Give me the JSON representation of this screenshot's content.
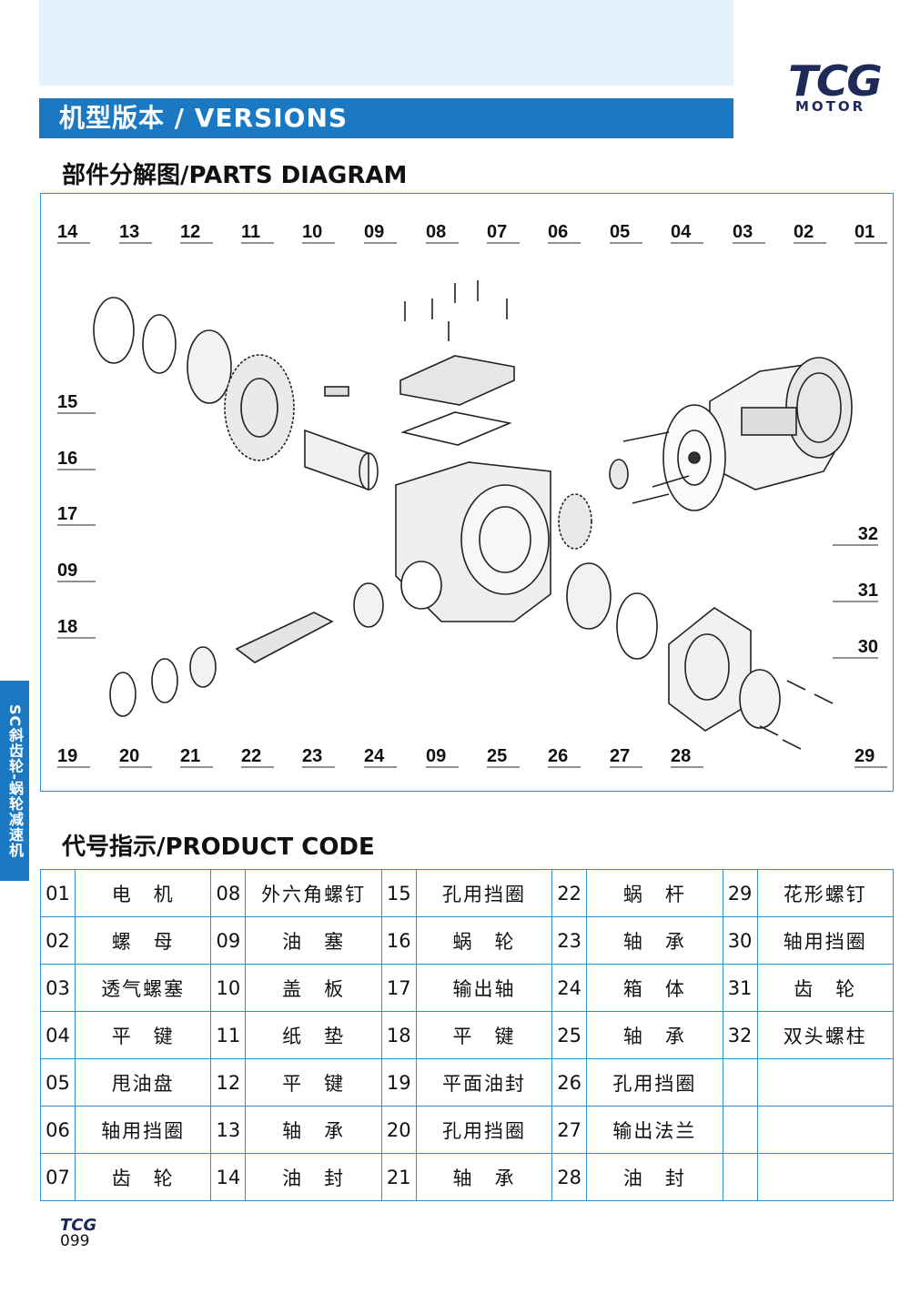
{
  "header": {
    "title": "机型版本 / VERSIONS",
    "logo_main": "TCG",
    "logo_sub": "MOTOR",
    "colors": {
      "accent_blue": "#1b79c4",
      "band_light": "#e4f1fa",
      "logo_navy": "#1e2a57"
    }
  },
  "diagram": {
    "heading": "部件分解图/PARTS DIAGRAM",
    "top_labels": [
      "14",
      "13",
      "12",
      "11",
      "10",
      "09",
      "08",
      "07",
      "06",
      "05",
      "04",
      "03",
      "02",
      "01"
    ],
    "left_labels": [
      "15",
      "16",
      "17",
      "09",
      "18"
    ],
    "right_labels": [
      "32",
      "31",
      "30"
    ],
    "bottom_labels": [
      "19",
      "20",
      "21",
      "22",
      "23",
      "24",
      "09",
      "25",
      "26",
      "27",
      "28",
      "29"
    ]
  },
  "code_section": {
    "heading": "代号指示/PRODUCT CODE",
    "rows": [
      [
        [
          "01",
          "电　机"
        ],
        [
          "08",
          "外六角螺钉"
        ],
        [
          "15",
          "孔用挡圈"
        ],
        [
          "22",
          "蜗　杆"
        ],
        [
          "29",
          "花形螺钉"
        ]
      ],
      [
        [
          "02",
          "螺　母"
        ],
        [
          "09",
          "油　塞"
        ],
        [
          "16",
          "蜗　轮"
        ],
        [
          "23",
          "轴　承"
        ],
        [
          "30",
          "轴用挡圈"
        ]
      ],
      [
        [
          "03",
          "透气螺塞"
        ],
        [
          "10",
          "盖　板"
        ],
        [
          "17",
          "输出轴"
        ],
        [
          "24",
          "箱　体"
        ],
        [
          "31",
          "齿　轮"
        ]
      ],
      [
        [
          "04",
          "平　键"
        ],
        [
          "11",
          "纸　垫"
        ],
        [
          "18",
          "平　键"
        ],
        [
          "25",
          "轴　承"
        ],
        [
          "32",
          "双头螺柱"
        ]
      ],
      [
        [
          "05",
          "甩油盘"
        ],
        [
          "12",
          "平　键"
        ],
        [
          "19",
          "平面油封"
        ],
        [
          "26",
          "孔用挡圈"
        ],
        [
          "",
          ""
        ]
      ],
      [
        [
          "06",
          "轴用挡圈"
        ],
        [
          "13",
          "轴　承"
        ],
        [
          "20",
          "孔用挡圈"
        ],
        [
          "27",
          "输出法兰"
        ],
        [
          "",
          ""
        ]
      ],
      [
        [
          "07",
          "齿　轮"
        ],
        [
          "14",
          "油　封"
        ],
        [
          "21",
          "轴　承"
        ],
        [
          "28",
          "油　封"
        ],
        [
          "",
          ""
        ]
      ]
    ]
  },
  "side_tab": "SC斜齿轮-蜗轮减速机",
  "footer": {
    "logo": "TCG",
    "page": "099"
  }
}
